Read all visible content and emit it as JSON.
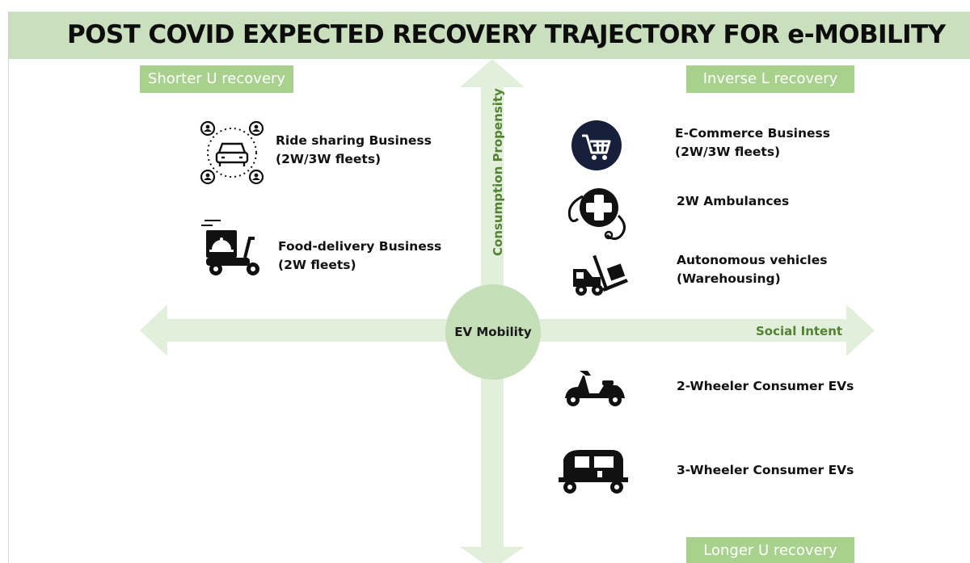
{
  "title": "POST COVID EXPECTED RECOVERY TRAJECTORY FOR e-MOBILITY",
  "quadrants": {
    "top_left": "Shorter U recovery",
    "top_right": "Inverse L recovery",
    "bottom_right": "Longer U recovery"
  },
  "axes": {
    "vertical": "Consumption Propensity",
    "horizontal": "Social Intent"
  },
  "center": "EV Mobility",
  "colors": {
    "title_bar": "#c9dfbd",
    "quadrant_label": "#a9d18e",
    "arrow_fill": "#e2efda",
    "axis_text": "#548235",
    "center_circle": "#c5dfb8"
  },
  "items": {
    "ride_sharing": {
      "line1": "Ride sharing Business",
      "line2": "(2W/3W fleets)",
      "icon": "car-network-icon"
    },
    "food_delivery": {
      "line1": "Food-delivery Business",
      "line2": "(2W fleets)",
      "icon": "delivery-scooter-icon"
    },
    "ecommerce": {
      "line1": "E-Commerce Business",
      "line2": "(2W/3W fleets)",
      "icon": "shopping-cart-icon"
    },
    "ambulance": {
      "line1": "2W Ambulances",
      "icon": "medical-cross-icon"
    },
    "autonomous": {
      "line1": "Autonomous vehicles",
      "line2": "(Warehousing)",
      "icon": "forklift-icon"
    },
    "two_wheeler": {
      "line1": "2-Wheeler Consumer EVs",
      "icon": "scooter-icon"
    },
    "three_wheeler": {
      "line1": "3-Wheeler Consumer EVs",
      "icon": "auto-rickshaw-icon"
    }
  }
}
